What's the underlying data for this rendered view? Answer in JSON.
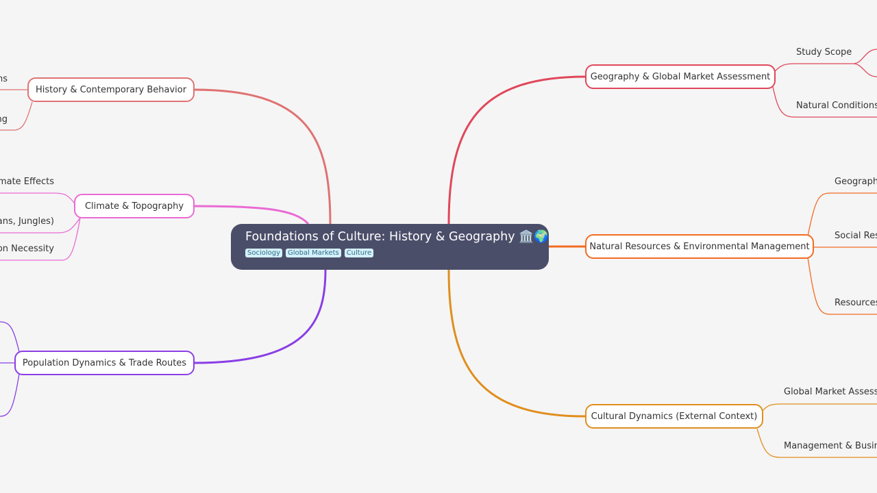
{
  "root": {
    "title": "Foundations of Culture: History & Geography",
    "emoji": "🏛️🌍",
    "tags": [
      "Sociology",
      "Global Markets",
      "Culture"
    ]
  },
  "branches": {
    "geography": {
      "label": "Geography & Global Market Assessment",
      "color": "#e0475a",
      "children": [
        "Study Scope",
        "Natural Conditions I"
      ]
    },
    "resources": {
      "label": "Natural Resources & Environmental Management",
      "color": "#f26b21",
      "children": [
        "Geography",
        "Social Resp",
        "Resources"
      ]
    },
    "cultural": {
      "label": "Cultural Dynamics (External Context)",
      "color": "#e08e1d",
      "children": [
        "Global Market Assessm",
        "Management & Busines"
      ]
    },
    "history": {
      "label": "History & Contemporary Behavior",
      "color": "#e07272",
      "children": [
        "ns",
        "ng"
      ]
    },
    "climate": {
      "label": "Climate & Topography",
      "color": "#ea6ad4",
      "children": [
        "limate Effects",
        "ans, Jungles)",
        "ion Necessity"
      ]
    },
    "population": {
      "label": "Population Dynamics & Trade Routes",
      "color": "#8a3ee6"
    }
  }
}
